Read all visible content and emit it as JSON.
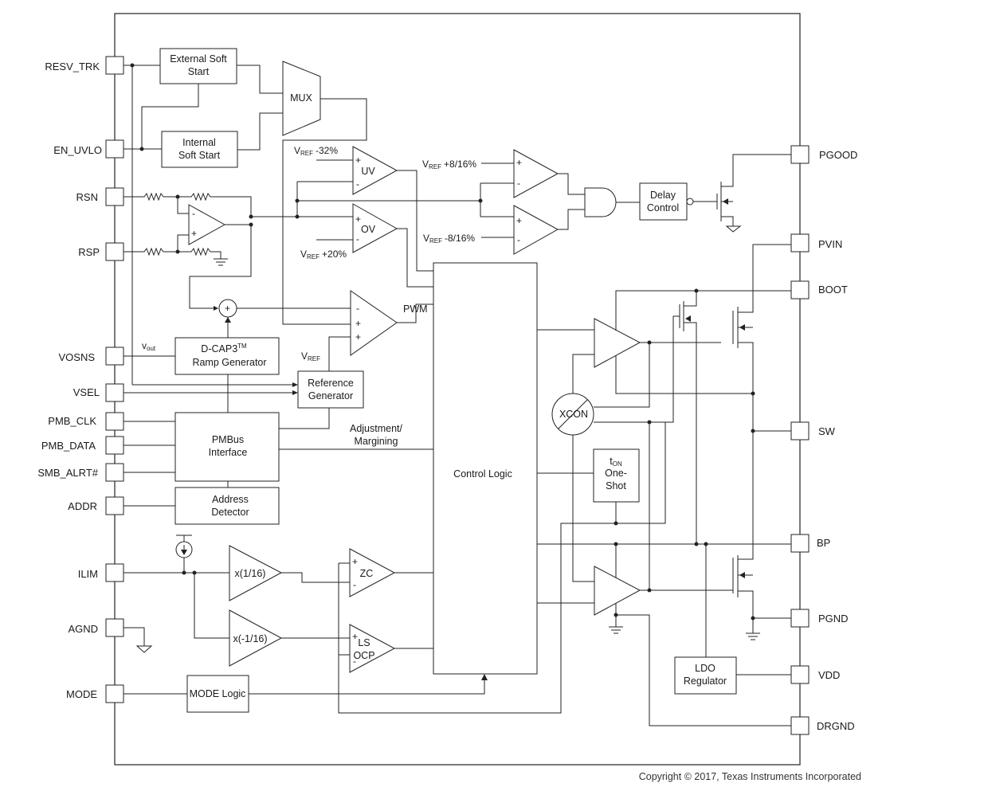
{
  "pins_left": {
    "resv_trk": "RESV_TRK",
    "en_uvlo": "EN_UVLO",
    "rsn": "RSN",
    "rsp": "RSP",
    "vosns": "VOSNS",
    "vsel": "VSEL",
    "pmb_clk": "PMB_CLK",
    "pmb_data": "PMB_DATA",
    "smb_alrt": "SMB_ALRT#",
    "addr": "ADDR",
    "ilim": "ILIM",
    "agnd": "AGND",
    "mode": "MODE"
  },
  "pins_right": {
    "pgood": "PGOOD",
    "pvin": "PVIN",
    "boot": "BOOT",
    "sw": "SW",
    "bp": "BP",
    "pgnd": "PGND",
    "vdd": "VDD",
    "drgnd": "DRGND"
  },
  "blocks": {
    "ext_ss_1": "External Soft",
    "ext_ss_2": "Start",
    "int_ss_1": "Internal",
    "int_ss_2": "Soft Start",
    "mux": "MUX",
    "uv": "UV",
    "ov": "OV",
    "delay_1": "Delay",
    "delay_2": "Control",
    "dcap_1": "D-CAP3",
    "dcap_tm": "TM",
    "dcap_2": "Ramp Generator",
    "ref_1": "Reference",
    "ref_2": "Generator",
    "pmbus_1": "PMBus",
    "pmbus_2": "Interface",
    "addr_1": "Address",
    "addr_2": "Detector",
    "x_pos": "x(1/16)",
    "x_neg": "x(-1/16)",
    "zc": "ZC",
    "ls": "LS",
    "ocp": "OCP",
    "mode_logic": "MODE Logic",
    "control_logic": "Control Logic",
    "xcon": "XCON",
    "ton_t": "t",
    "ton_sub": "ON",
    "ton_2": "One-",
    "ton_3": "Shot",
    "ldo_1": "LDO",
    "ldo_2": "Regulator",
    "pwm": "PWM",
    "adj_1": "Adjustment/",
    "adj_2": "Margining"
  },
  "labels": {
    "v": "V",
    "ref_sub": "REF",
    "uv_ref": "-32%",
    "ov_ref": "+20%",
    "pg_hi": "+8/16%",
    "pg_lo": "-8/16%",
    "vout_v": "v",
    "vout_sub": "out",
    "plus": "+",
    "minus": "-"
  },
  "copyright": "Copyright © 2017, Texas Instruments Incorporated"
}
